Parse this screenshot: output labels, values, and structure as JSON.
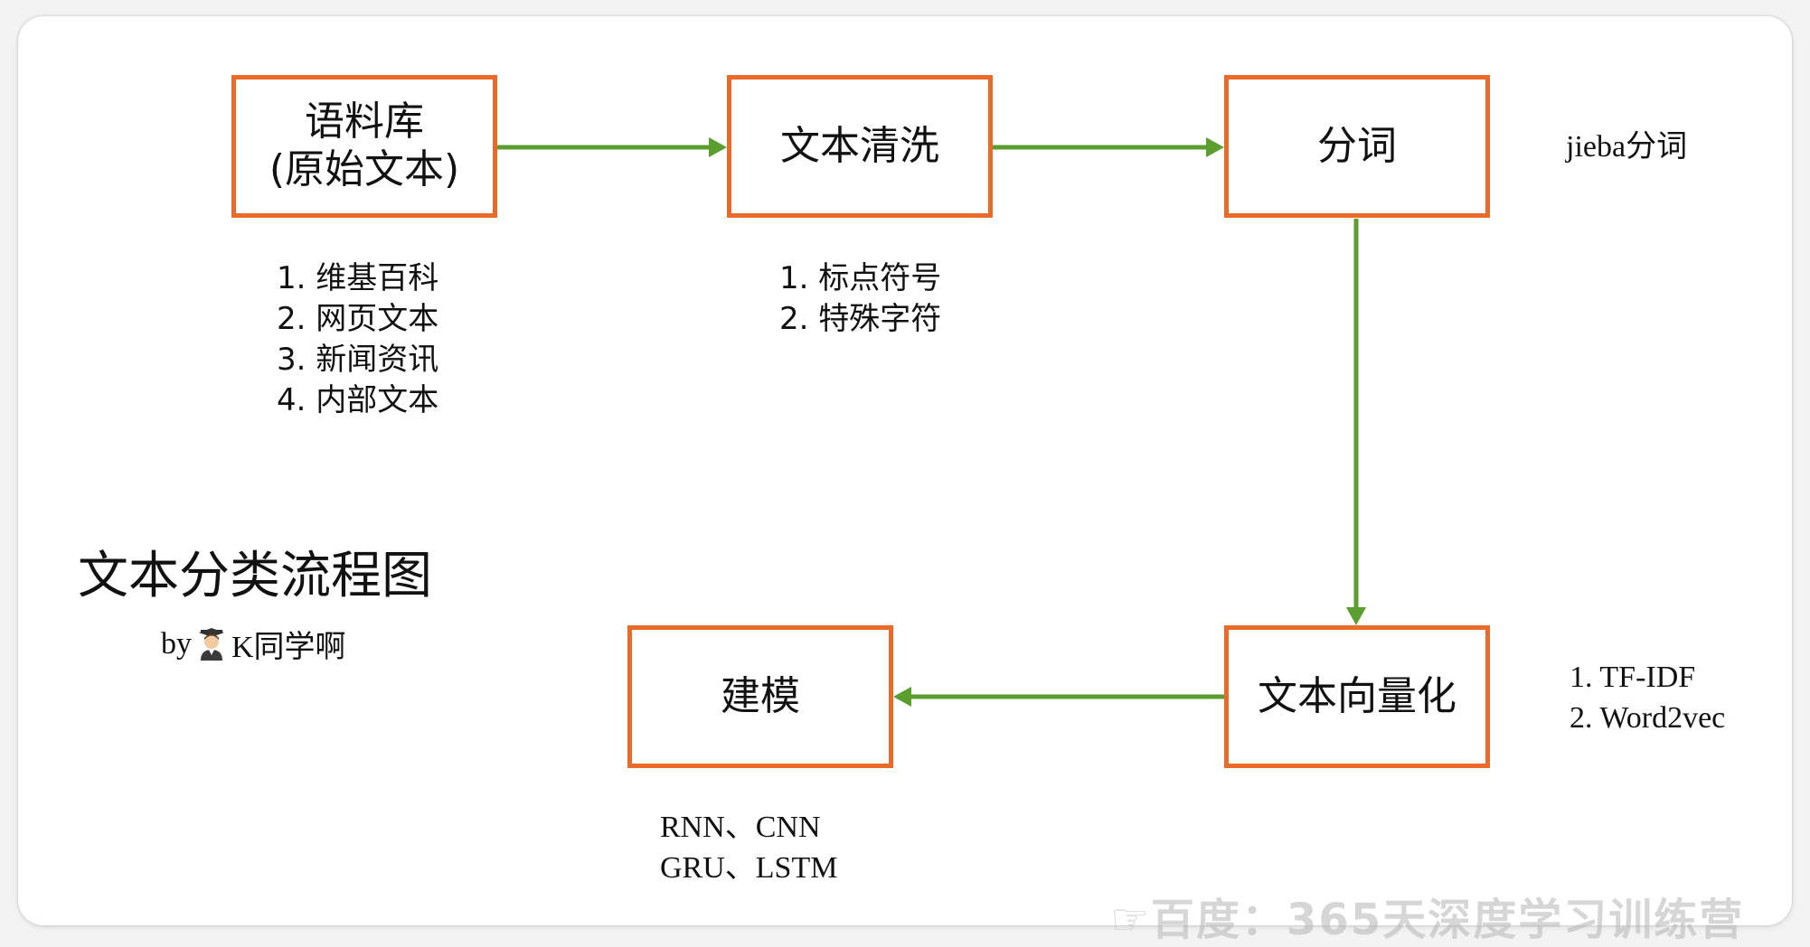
{
  "title": "文本分类流程图",
  "byline": {
    "prefix": "by",
    "author": "K同学啊"
  },
  "boxes": {
    "corpus": {
      "line1": "语料库",
      "line2": "(原始文本)"
    },
    "cleaning": {
      "label": "文本清洗"
    },
    "segmentation": {
      "label": "分词"
    },
    "vectorization": {
      "label": "文本向量化"
    },
    "modeling": {
      "label": "建模"
    }
  },
  "notes": {
    "corpus": [
      "1. 维基百科",
      "2. 网页文本",
      "3. 新闻资讯",
      "4. 内部文本"
    ],
    "cleaning": [
      "1. 标点符号",
      "2. 特殊字符"
    ],
    "segmentation": [
      "jieba分词"
    ],
    "vectorization": [
      "1. TF-IDF",
      "2. Word2vec"
    ],
    "modeling": [
      "RNN、CNN",
      "GRU、LSTM"
    ]
  },
  "watermark": "☞百度：365天深度学习训练营",
  "colors": {
    "box_border": "#ea6a2a",
    "arrow": "#5a9e2f"
  }
}
